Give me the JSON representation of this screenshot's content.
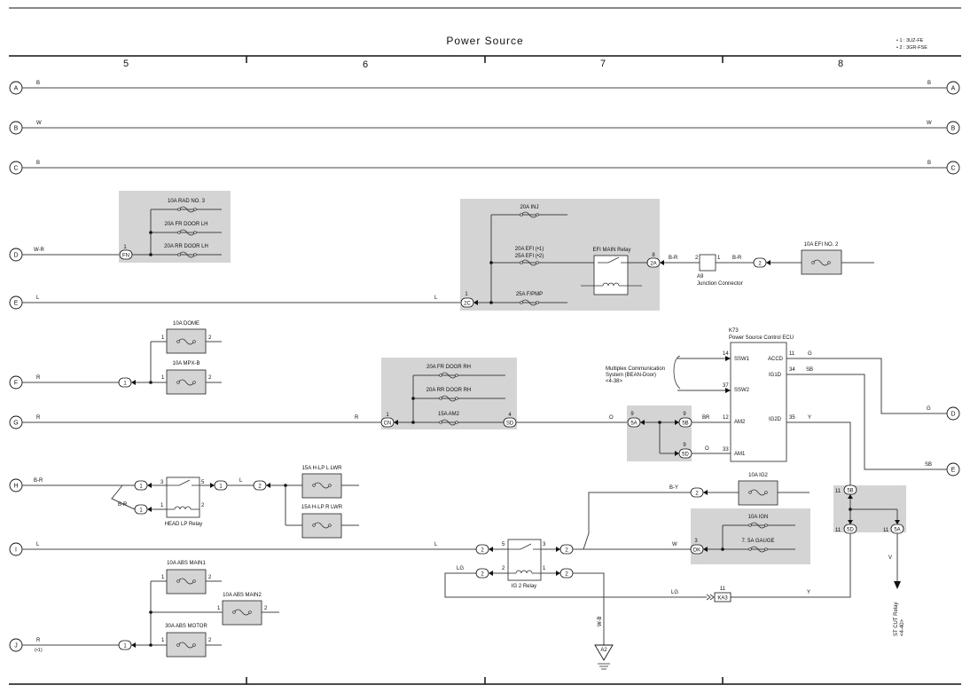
{
  "title": "Power Source",
  "legend": [
    "• 1 : 3UZ-FE",
    "• 2 : 3GR-FSE"
  ],
  "columns": [
    "5",
    "6",
    "7",
    "8"
  ],
  "rows": [
    "A",
    "B",
    "C",
    "D",
    "E",
    "F",
    "G",
    "H",
    "I",
    "J"
  ],
  "wires": {
    "a": "B",
    "b": "W",
    "c": "B",
    "d": "W-R",
    "e": "L",
    "f": "R",
    "g": "R",
    "g2": "R",
    "h": "B-R",
    "h2": "B-R",
    "h3": "L",
    "i": "L",
    "i2": "L",
    "j": "R",
    "j_note": "(•1)",
    "efi_out": "B-R",
    "efi_out2": "B-R",
    "o1": "O",
    "br": "BR",
    "o2": "O",
    "g_acc": "G",
    "sb_ig1": "SB",
    "y_ig2": "Y",
    "by": "B-Y",
    "w": "W",
    "lg": "LG",
    "lg2": "LG",
    "y2": "Y",
    "v": "V",
    "wb": "W-B",
    "g_right": "G",
    "sb_right": "SB"
  },
  "fuses": {
    "rad3": "10A RAD NO. 3",
    "frdoor_lh": "20A FR DOOR LH",
    "rrdoor_lh": "20A RR DOOR LH",
    "inj": "20A INJ",
    "efi_a": "20A EFI (•1)",
    "efi_b": "25A EFI (•2)",
    "fpmp": "25A F/PMP",
    "efi2": "10A EFI NO. 2",
    "dome": "10A DOME",
    "mpxb": "10A MPX-B",
    "frdoor_rh": "20A FR DOOR RH",
    "rrdoor_rh": "20A RR DOOR RH",
    "am2": "15A AM2",
    "hlp_l": "15A H-LP L LWR",
    "hlp_r": "15A H-LP R LWR",
    "ig2": "10A IG2",
    "ign": "10A IGN",
    "gauge": "7. 5A GAUGE",
    "abs1": "10A ABS MAIN1",
    "abs2": "10A ABS MAIN2",
    "absmotor": "30A ABS MOTOR"
  },
  "relays": {
    "efi_main": "EFI MAIN Relay",
    "head_lp": "HEAD LP Relay",
    "ig2": "IG 2 Relay"
  },
  "connectors": {
    "fn": "FN",
    "2c": "2C",
    "2a": "2A",
    "cn": "CN",
    "sd": "SD",
    "5a": "5A",
    "5b": "5B",
    "5d": "5D",
    "dk": "DK",
    "ka3": "KA3",
    "a2": "A2",
    "c1": "1",
    "c2": "2"
  },
  "pins": {
    "fn": "1",
    "2c": "1",
    "2a": "8",
    "jc_l": "2",
    "jc_r": "1",
    "cn": "1",
    "sd": "4",
    "dome_l": "1",
    "dome_r": "2",
    "mpx_l": "1",
    "mpx_r": "2",
    "s5a": "9",
    "s5b": "9",
    "s5d": "9",
    "am2": "12",
    "am1": "33",
    "ssw1": "14",
    "ssw2": "37",
    "acc": "11",
    "ig1": "34",
    "ig2": "35",
    "hr3": "3",
    "hr5": "5",
    "hr1": "1",
    "hr2": "2",
    "ig5": "5",
    "ig3": "3",
    "ig2p": "2",
    "ig1p": "1",
    "dk": "3",
    "ka3": "11",
    "r11a": "11",
    "r11b": "11",
    "r11c": "11",
    "abs1_l": "1",
    "abs1_r": "2",
    "abs2_l": "1",
    "abs2_r": "2",
    "absm_l": "1",
    "absm_r": "2"
  },
  "ecu": {
    "id": "K73",
    "name": "Power Source Control ECU",
    "ssw1": "SSW1",
    "ssw2": "SSW2",
    "am2": "AM2",
    "am1": "AM1",
    "acc": "ACCD",
    "ig1": "IG1D",
    "ig2": "IG2D"
  },
  "junction": {
    "id": "A9",
    "name": "Junction Connector"
  },
  "multiplex": [
    "Multiplex Communication",
    "System (BEAN-Door)",
    "<4-38>"
  ],
  "st_cut": [
    "ST CUT Relay",
    "<4-40>"
  ]
}
